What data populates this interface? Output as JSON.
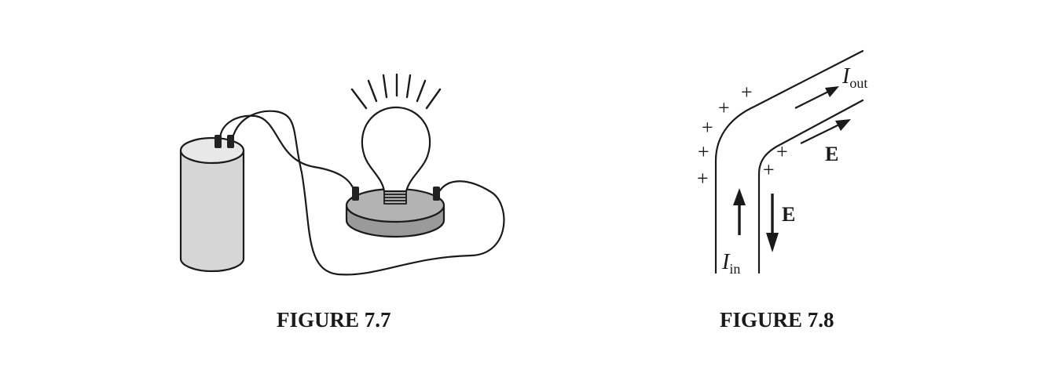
{
  "figures": [
    {
      "caption": "FIGURE 7.7"
    },
    {
      "caption": "FIGURE 7.8",
      "labels": {
        "i_out_main": "I",
        "i_out_sub": "out",
        "i_in_main": "I",
        "i_in_sub": "in",
        "e_right": "E",
        "e_down": "E",
        "plus": "+"
      }
    }
  ],
  "colors": {
    "ink": "#1a1a1a",
    "battery_fill": "#d6d6d6",
    "base_fill": "#a9a9a9",
    "terminal": "#222222"
  }
}
